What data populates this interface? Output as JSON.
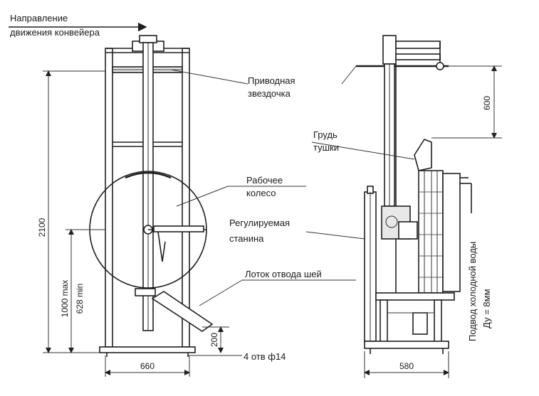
{
  "labels": {
    "conveyor_direction_line1": "Направление",
    "conveyor_direction_line2": "движения конвейера",
    "drive_sprocket_line1": "Приводная",
    "drive_sprocket_line2": "звездочка",
    "work_wheel_line1": "Рабочее",
    "work_wheel_line2": "колесо",
    "adjustable_frame_line1": "Регулируемая",
    "adjustable_frame_line2": "станина",
    "neck_tray": "Лоток отвода шей",
    "holes": "4 отв ф14",
    "carcass_breast_line1": "Грудь",
    "carcass_breast_line2": "тушки",
    "cold_water_line1": "Подвод холодной воды",
    "cold_water_line2": "Ду = 8мм"
  },
  "dimensions": {
    "total_height": "2100",
    "max_height": "1000 max",
    "min_height": "628 min",
    "tray_height": "200",
    "base_width_front": "660",
    "base_width_side": "580",
    "sprocket_offset": "600"
  }
}
